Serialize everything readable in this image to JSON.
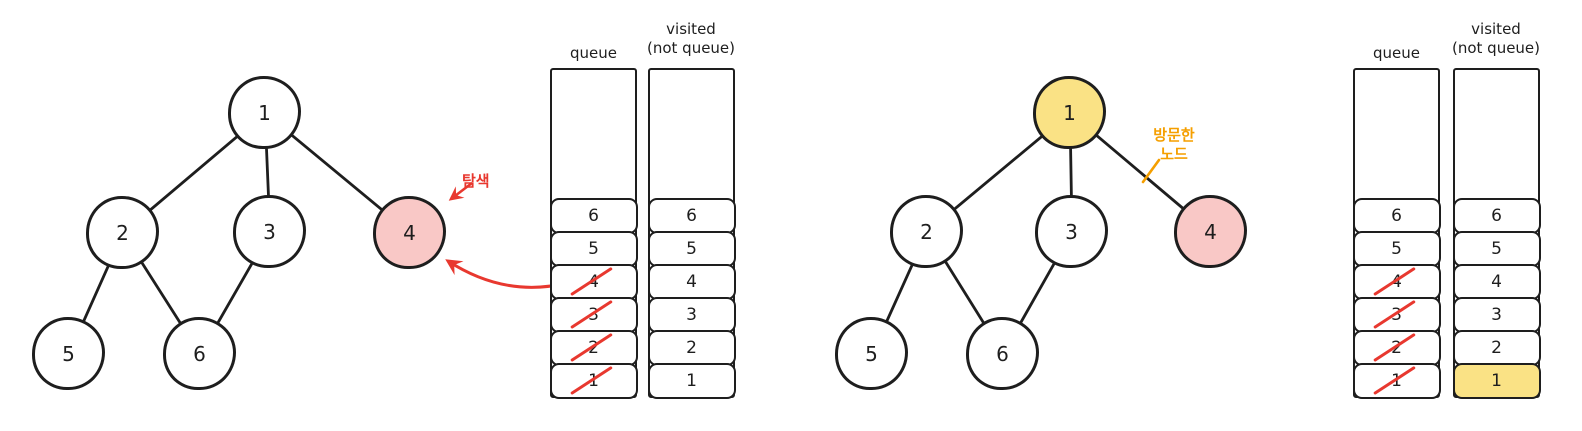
{
  "colors": {
    "ink": "#1e1e1e",
    "node_default_fill": "#ffffff",
    "explore_node_fill": "#f9c8c6",
    "visited_node_fill": "#fae285",
    "accent_red": "#e8382f",
    "accent_orange": "#f59f00"
  },
  "panels": {
    "left": {
      "tree": {
        "nodes": [
          {
            "value": "1",
            "highlight": "none"
          },
          {
            "value": "2",
            "highlight": "none"
          },
          {
            "value": "3",
            "highlight": "none"
          },
          {
            "value": "4",
            "highlight": "pink"
          },
          {
            "value": "5",
            "highlight": "none"
          },
          {
            "value": "6",
            "highlight": "none"
          }
        ],
        "edges": [
          "1-2",
          "1-3",
          "1-4",
          "2-5",
          "2-6",
          "3-6"
        ]
      },
      "annotation": {
        "text": "탐색",
        "color": "#e8382f",
        "points_to": "node-4"
      },
      "dequeue_arrow": {
        "from": "queue-cell-4",
        "to": "node-4",
        "color": "#e8382f"
      },
      "queue": {
        "label": "queue",
        "cells": [
          {
            "value": "6",
            "struck": false
          },
          {
            "value": "5",
            "struck": false
          },
          {
            "value": "4",
            "struck": true
          },
          {
            "value": "3",
            "struck": true
          },
          {
            "value": "2",
            "struck": true
          },
          {
            "value": "1",
            "struck": true
          }
        ]
      },
      "visited": {
        "label_line1": "visited",
        "label_line2": "(not queue)",
        "cells": [
          {
            "value": "6",
            "highlight": "none"
          },
          {
            "value": "5",
            "highlight": "none"
          },
          {
            "value": "4",
            "highlight": "none"
          },
          {
            "value": "3",
            "highlight": "none"
          },
          {
            "value": "2",
            "highlight": "none"
          },
          {
            "value": "1",
            "highlight": "none"
          }
        ]
      }
    },
    "right": {
      "tree": {
        "nodes": [
          {
            "value": "1",
            "highlight": "yellow"
          },
          {
            "value": "2",
            "highlight": "none"
          },
          {
            "value": "3",
            "highlight": "none"
          },
          {
            "value": "4",
            "highlight": "pink"
          },
          {
            "value": "5",
            "highlight": "none"
          },
          {
            "value": "6",
            "highlight": "none"
          }
        ],
        "edges": [
          "1-2",
          "1-3",
          "1-4",
          "2-5",
          "2-6",
          "3-6"
        ]
      },
      "annotation": {
        "line1": "방문한",
        "line2": "노드",
        "color": "#f59f00",
        "points_to": "edge-1-4"
      },
      "queue": {
        "label": "queue",
        "cells": [
          {
            "value": "6",
            "struck": false
          },
          {
            "value": "5",
            "struck": false
          },
          {
            "value": "4",
            "struck": true
          },
          {
            "value": "3",
            "struck": true
          },
          {
            "value": "2",
            "struck": true
          },
          {
            "value": "1",
            "struck": true
          }
        ]
      },
      "visited": {
        "label_line1": "visited",
        "label_line2": "(not queue)",
        "cells": [
          {
            "value": "6",
            "highlight": "none"
          },
          {
            "value": "5",
            "highlight": "none"
          },
          {
            "value": "4",
            "highlight": "none"
          },
          {
            "value": "3",
            "highlight": "none"
          },
          {
            "value": "2",
            "highlight": "none"
          },
          {
            "value": "1",
            "highlight": "yellow"
          }
        ]
      }
    }
  }
}
